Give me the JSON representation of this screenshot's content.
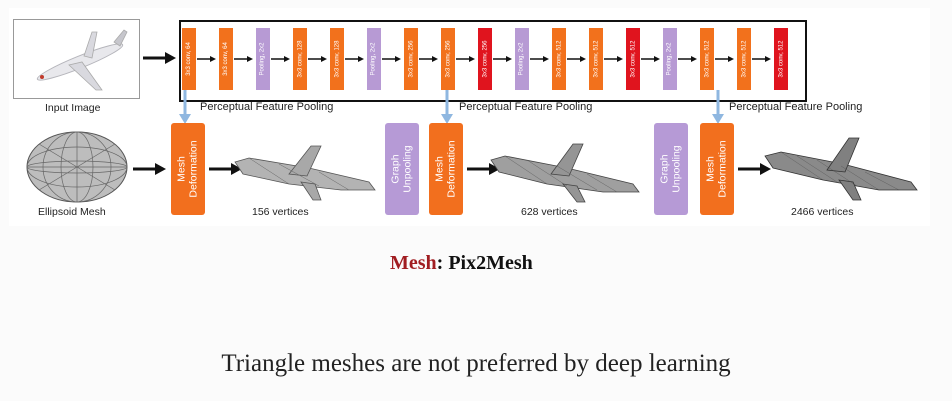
{
  "input_caption": "Input Image",
  "backbone_layers": [
    {
      "label": "3x3 conv, 64",
      "kind": "conv"
    },
    {
      "label": "3x3 conv, 64",
      "kind": "conv"
    },
    {
      "label": "Pooling, 2x2",
      "kind": "pool"
    },
    {
      "label": "3x3 conv, 128",
      "kind": "conv"
    },
    {
      "label": "3x3 conv, 128",
      "kind": "conv"
    },
    {
      "label": "Pooling, 2x2",
      "kind": "pool"
    },
    {
      "label": "3x3 conv, 256",
      "kind": "conv"
    },
    {
      "label": "3x3 conv, 256",
      "kind": "conv"
    },
    {
      "label": "3x3 conv, 256",
      "kind": "red"
    },
    {
      "label": "Pooling, 2x2",
      "kind": "pool"
    },
    {
      "label": "3x3 conv, 512",
      "kind": "conv"
    },
    {
      "label": "3x3 conv, 512",
      "kind": "conv"
    },
    {
      "label": "3x3 conv, 512",
      "kind": "red"
    },
    {
      "label": "Pooling, 2x2",
      "kind": "pool"
    },
    {
      "label": "3x3 conv, 512",
      "kind": "conv"
    },
    {
      "label": "3x3 conv, 512",
      "kind": "conv"
    },
    {
      "label": "3x3 conv, 512",
      "kind": "red"
    }
  ],
  "perceptual_labels": [
    "Perceptual Feature Pooling",
    "Perceptual Feature Pooling",
    "Perceptual Feature Pooling"
  ],
  "mesh_deformation_lines": [
    "Mesh",
    "Deformation"
  ],
  "graph_unpooling_lines": [
    "Graph",
    "Unpooling"
  ],
  "mesh_captions": [
    "Ellipsoid Mesh",
    "156 vertices",
    "628 vertices",
    "2466 vertices"
  ],
  "title_mesh": "Mesh",
  "title_rest": ": Pix2Mesh",
  "subtitle": "Triangle meshes are not preferred by deep learning",
  "colors": {
    "conv": "#f2711c",
    "pool": "#b79ad4",
    "red": "#e0141e",
    "mesh_word": "#a11d21",
    "feature_arrow": "#8fb7e0"
  }
}
